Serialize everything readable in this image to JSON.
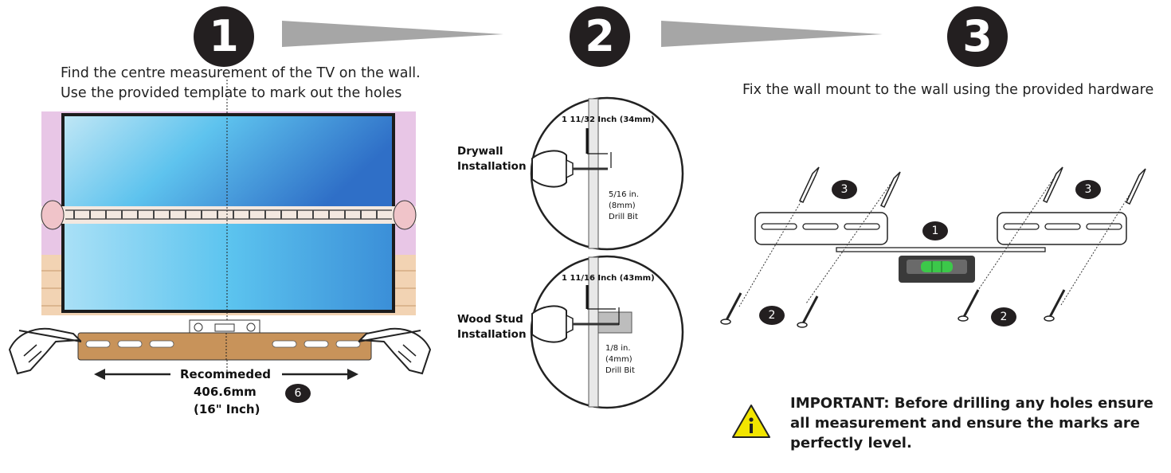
{
  "steps": [
    {
      "number": "1"
    },
    {
      "number": "2"
    },
    {
      "number": "3"
    }
  ],
  "step1": {
    "line1": "Find the centre measurement of the TV on the wall.",
    "line2": "Use the provided template to mark out the holes",
    "measure_line1": "Recommeded",
    "measure_line2": "406.6mm",
    "measure_line3": "(16\" Inch)",
    "badge": "6"
  },
  "step2": {
    "drywall_label_1": "Drywall",
    "drywall_label_2": "Installation",
    "drywall_depth": "1 11/32 Inch (34mm)",
    "drywall_bit_1": "5/16 in.",
    "drywall_bit_2": "(8mm)",
    "drywall_bit_3": "Drill Bit",
    "wood_label_1": "Wood Stud",
    "wood_label_2": "Installation",
    "wood_depth": "1 11/16 Inch (43mm)",
    "wood_bit_1": "1/8 in.",
    "wood_bit_2": "(4mm)",
    "wood_bit_3": "Drill Bit"
  },
  "step3": {
    "instruction": "Fix the wall mount to the wall using the provided hardware",
    "badges": [
      "3",
      "3",
      "1",
      "2",
      "2"
    ],
    "important_1": "IMPORTANT: Before drilling any holes ensure",
    "important_2": "all measurement and ensure the marks are",
    "important_3": "perfectly level."
  },
  "icons": [
    "step-arrow-icon",
    "drill-icon",
    "screw-icon",
    "spirit-level-icon",
    "warning-info-icon",
    "pencil-hand-icon"
  ],
  "colors": {
    "dark": "#231f20",
    "tv_blue": "#3aa0e0",
    "template_tan": "#c8935a",
    "warning_yellow": "#f2e500",
    "level_green": "#3cc84a"
  }
}
